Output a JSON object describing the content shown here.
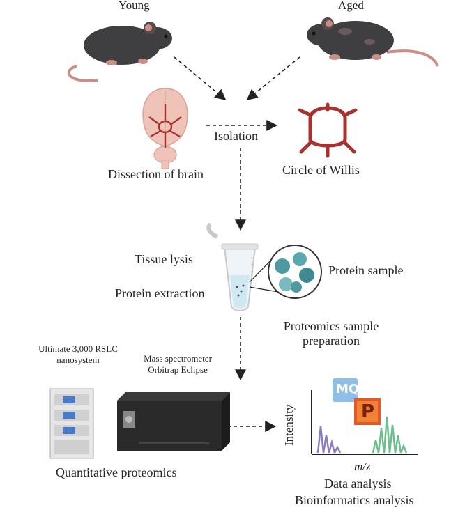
{
  "labels": {
    "young": "Young",
    "aged": "Aged",
    "isolation": "Isolation",
    "dissection": "Dissection of brain",
    "circle_of_willis": "Circle of Willis",
    "tissue_lysis": "Tissue lysis",
    "protein_extraction": "Protein extraction",
    "protein_sample": "Protein sample",
    "proteomics_prep_line1": "Proteomics sample",
    "proteomics_prep_line2": "preparation",
    "lc_line1": "Ultimate 3,000 RSLC",
    "lc_line2": "nanosystem",
    "ms_line1": "Mass spectrometer",
    "ms_line2": "Orbitrap Eclipse",
    "quant": "Quantitative proteomics",
    "y_axis": "Intensity",
    "x_axis": "m/z",
    "data_analysis": "Data analysis",
    "bioinformatics": "Bioinformatics analysis",
    "mq_logo": "MQ",
    "p_logo": "P"
  },
  "colors": {
    "mouse_body": "#3f3f41",
    "mouse_tail": "#c98f86",
    "brain": "#f0c3b8",
    "vessel": "#a8322d",
    "tube_liquid": "#cfe8f2",
    "protein": "#4f9aa0",
    "peak_purple": "#8c7bbf",
    "peak_green": "#6cbf8c",
    "mq_blue": "#8fbfe8",
    "p_orange": "#e8552a"
  }
}
